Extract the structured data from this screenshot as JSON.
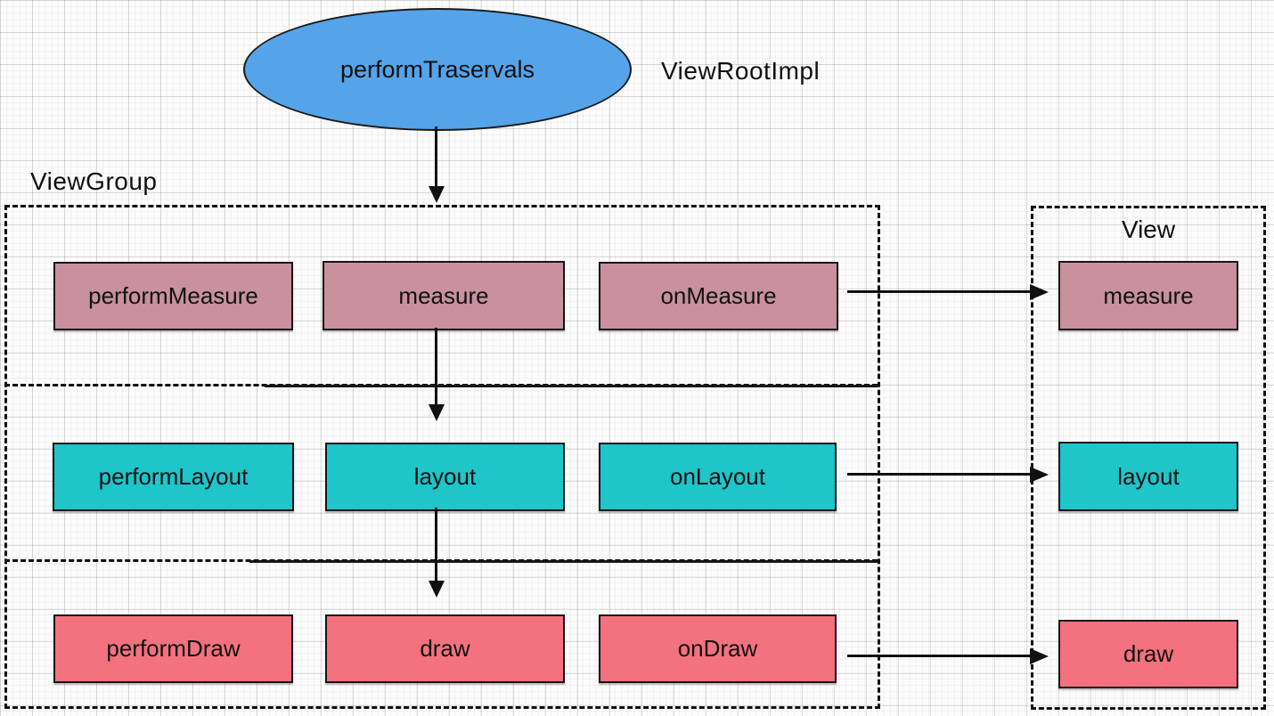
{
  "root_node": {
    "label": "performTraservals",
    "color": "#55a3e9",
    "annotation": "ViewRootImpl"
  },
  "viewgroup": {
    "label": "ViewGroup",
    "rows": [
      {
        "stage": "measure",
        "color": "#c9909e",
        "cells": [
          "performMeasure",
          "measure",
          "onMeasure"
        ],
        "view_cell": "measure"
      },
      {
        "stage": "layout",
        "color": "#1ec5c9",
        "cells": [
          "performLayout",
          "layout",
          "onLayout"
        ],
        "view_cell": "layout"
      },
      {
        "stage": "draw",
        "color": "#f4717f",
        "cells": [
          "performDraw",
          "draw",
          "onDraw"
        ],
        "view_cell": "draw"
      }
    ]
  },
  "view": {
    "label": "View"
  },
  "edges": [
    {
      "from": "performTraservals",
      "to": "ViewGroup",
      "direction": "down"
    },
    {
      "from": "measure",
      "to": "layout",
      "direction": "down"
    },
    {
      "from": "layout",
      "to": "draw",
      "direction": "down"
    },
    {
      "from": "onMeasure",
      "to": "View.measure",
      "direction": "right"
    },
    {
      "from": "onLayout",
      "to": "View.layout",
      "direction": "right"
    },
    {
      "from": "onDraw",
      "to": "View.draw",
      "direction": "right"
    }
  ]
}
